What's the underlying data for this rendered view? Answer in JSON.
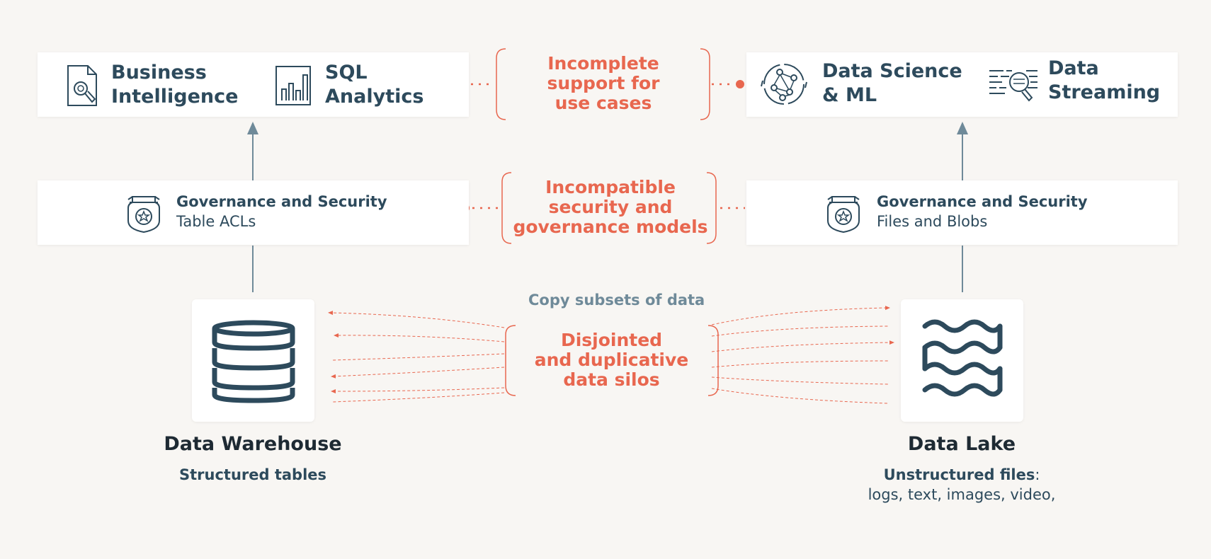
{
  "use_cases_left": [
    {
      "label": "Business\nIntelligence",
      "icon": "report-search-icon"
    },
    {
      "label": "SQL\nAnalytics",
      "icon": "bar-chart-icon"
    }
  ],
  "use_cases_right": [
    {
      "label": "Data Science\n& ML",
      "icon": "network-graph-icon"
    },
    {
      "label": "Data\nStreaming",
      "icon": "stream-search-icon"
    }
  ],
  "issues": {
    "use_cases": "Incomplete\nsupport for\nuse cases",
    "governance": "Incompatible\nsecurity and\ngovernance models",
    "silos": "Disjointed\nand duplicative\ndata silos"
  },
  "governance_left": {
    "title": "Governance and Security",
    "subtitle": "Table ACLs"
  },
  "governance_right": {
    "title": "Governance and Security",
    "subtitle": "Files and Blobs"
  },
  "copy_label": "Copy subsets of data",
  "warehouse": {
    "label": "Data Warehouse",
    "subtitle": "Structured tables"
  },
  "lake": {
    "label": "Data Lake",
    "subtitle_bold": "Unstructured files",
    "subtitle_colon": ":",
    "subtitle_rest": "logs, text, images, video,"
  },
  "colors": {
    "accent": "#e8674f",
    "primary": "#2d4a5c",
    "arrow": "#6f8a99",
    "background": "#f8f6f3"
  }
}
